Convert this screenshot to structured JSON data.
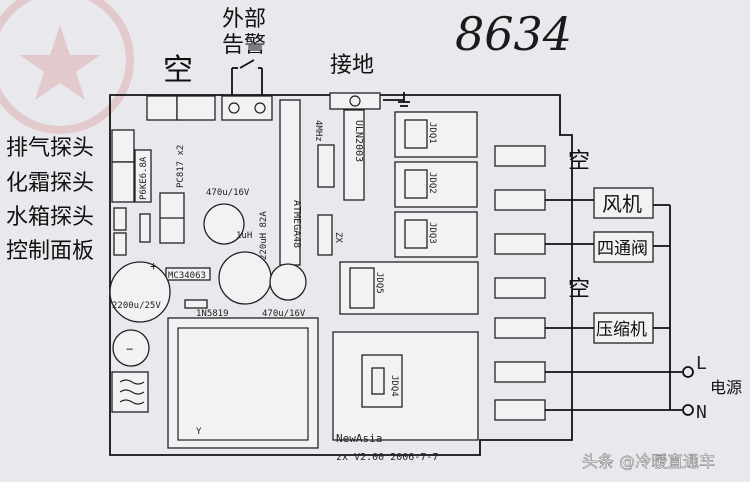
{
  "handwritten_number": "8634",
  "labels": {
    "external_alarm": [
      "外部",
      "告警"
    ],
    "empty_top": "空",
    "ground": "接地",
    "sensors": [
      "排气探头",
      "化霜探头",
      "水箱探头",
      "控制面板"
    ],
    "empty_right_1": "空",
    "empty_right_2": "空",
    "fan": "风机",
    "four_way_valve": "四通阀",
    "compressor": "压缩机",
    "line_L": "L",
    "line_N": "N",
    "power": "电源"
  },
  "components": {
    "p6ke": "P6KE6.8A",
    "pc817": "PC817 x2",
    "cap_470_top": "470u/16V",
    "inductor_1uh": "1uH",
    "ind_220uh": "220uH 82A",
    "atmega": "ATMEGA48",
    "crystal": "4MHz",
    "uln": "ULN2003",
    "zx": "ZX",
    "mc34063": "MC34063",
    "cap_2200": "2200u/25V",
    "diode": "1N5819",
    "cap_470_bottom": "470u/16V",
    "jdq1": "JDQ1",
    "jdq2": "JDQ2",
    "jdq3": "JDQ3",
    "jdq5": "JDQ5",
    "jdq4": "JDQ4",
    "plus_top": "+",
    "plus_bottom": "+",
    "minus": "−",
    "y_mark": "Y",
    "brand": "NewAsia",
    "version": "zx V2.00 2006-7-7"
  },
  "watermark": "头条 @冷暖直通车"
}
